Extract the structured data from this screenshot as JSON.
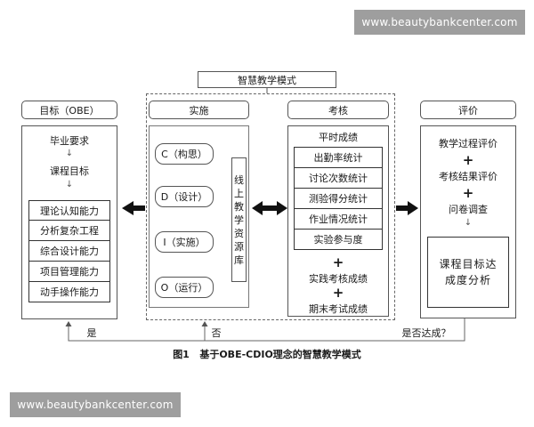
{
  "watermarks": {
    "top": "www.beautybankcenter.com",
    "bottom": "www.beautybankcenter.com"
  },
  "diagram": {
    "top_title": "智慧教学模式",
    "caption": "图1   基于OBE-CDIO理念的智慧教学模式",
    "goal": {
      "header": "目标（OBE）",
      "item1": "毕业要求",
      "item2": "课程目标",
      "abilities": [
        "理论认知能力",
        "分析复杂工程",
        "综合设计能力",
        "项目管理能力",
        "动手操作能力"
      ]
    },
    "implement": {
      "header": "实施",
      "stages": [
        "C（构思）",
        "D（设计）",
        "I（实施）",
        "O（运行）"
      ],
      "resource": "线上教学资源库"
    },
    "assess": {
      "header": "考核",
      "regular_title": "平时成绩",
      "regular_items": [
        "出勤率统计",
        "讨论次数统计",
        "测验得分统计",
        "作业情况统计",
        "实验参与度"
      ],
      "plus": "+",
      "practice": "实践考核成绩",
      "final": "期末考试成绩"
    },
    "evaluate": {
      "header": "评价",
      "item1": "教学过程评价",
      "item2": "考核结果评价",
      "item3": "问卷调查",
      "plus": "+",
      "analysis": "课程目标达成度分析"
    },
    "feedback": {
      "yes": "是",
      "no": "否",
      "question": "是否达成？"
    }
  }
}
